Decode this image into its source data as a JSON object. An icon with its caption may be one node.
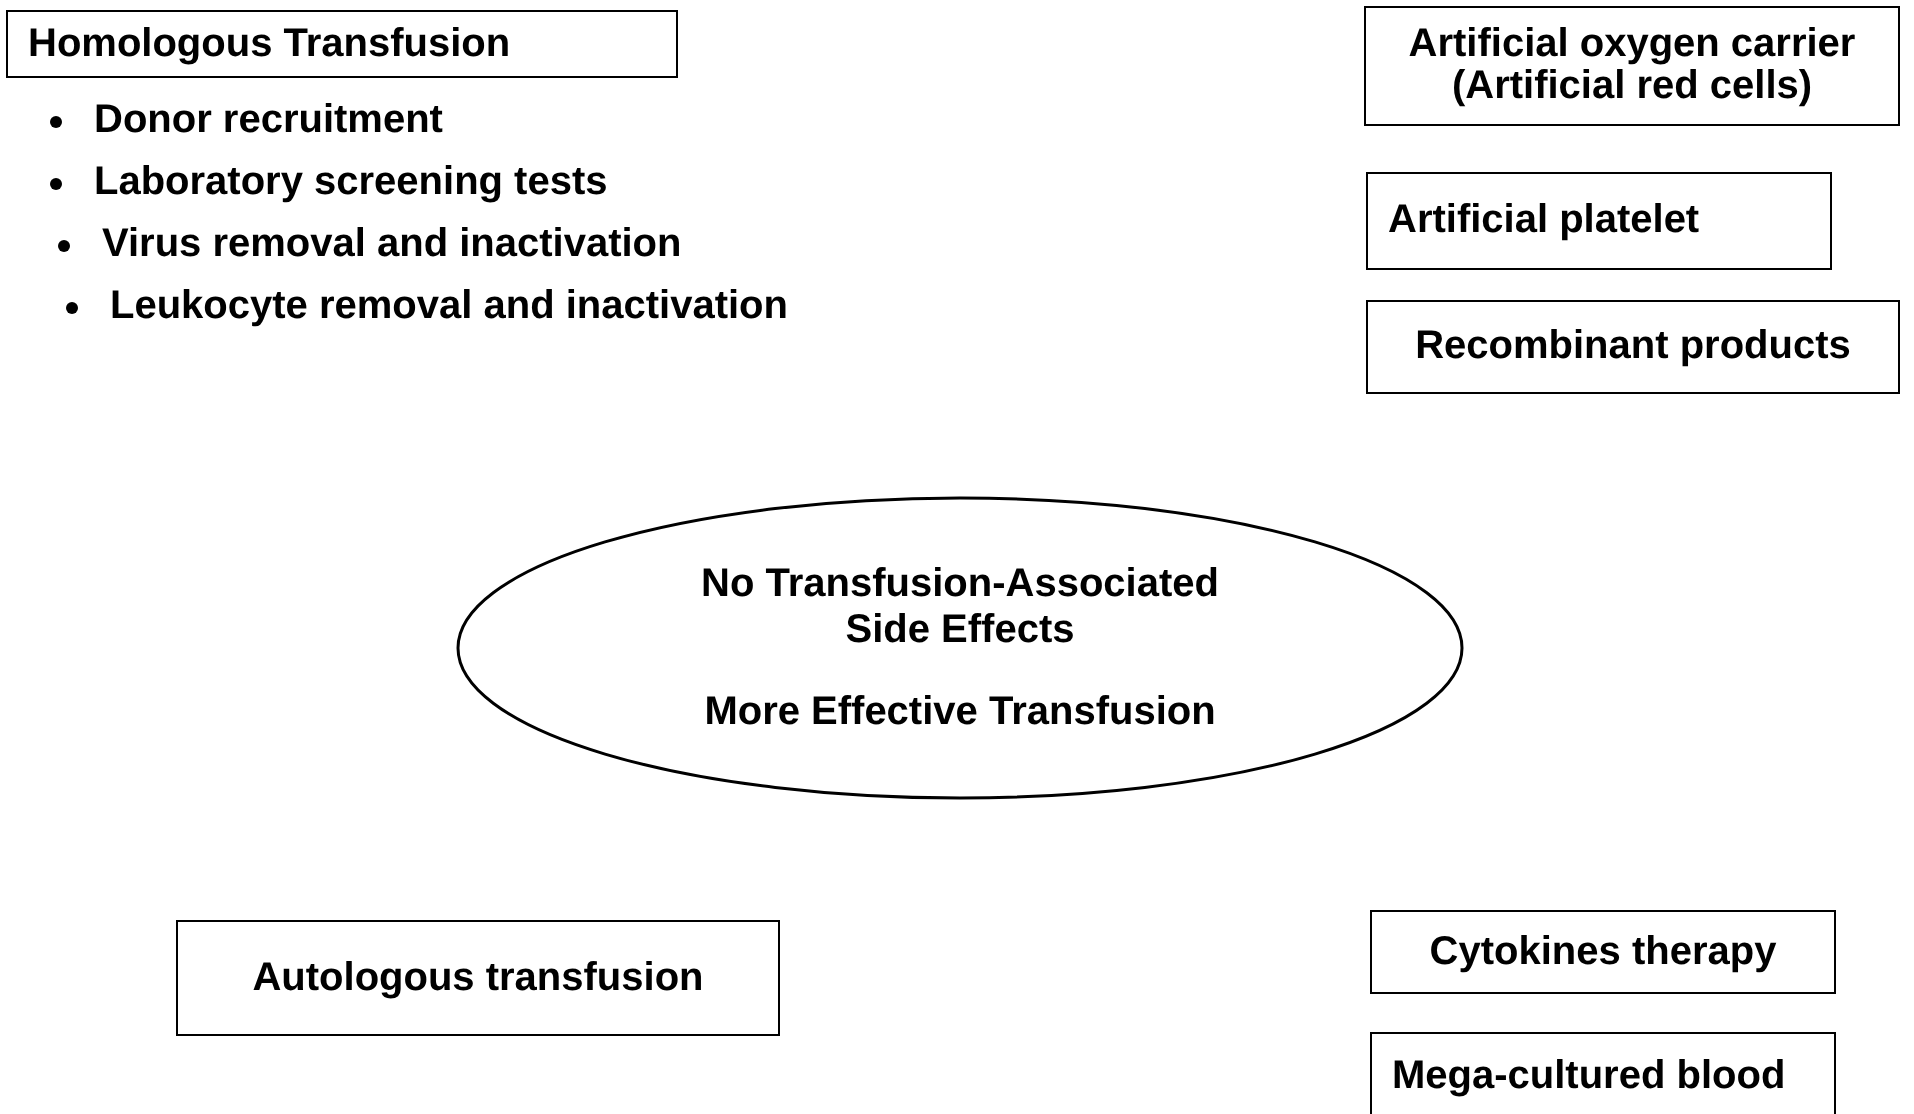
{
  "diagram": {
    "nodes": [
      {
        "text": [
          "Homologous Transfusion"
        ],
        "beside": [
          "Donor recruitment",
          "Laboratory screening tests",
          "Virus removal and inactivation",
          "Leukocyte removal and inactivation"
        ]
      },
      {
        "text": [
          "Artificial oxygen carrier (Artificial red cells)"
        ]
      },
      {
        "text": [
          "Artificial platelet"
        ]
      },
      {
        "text": [
          "Recombinant products"
        ]
      },
      {
        "text": [
          "No Transfusion-Associated Side Effects",
          "More Effective Transfusion"
        ]
      },
      {
        "text": [
          "Autologous transfusion"
        ]
      },
      {
        "text": [
          "Cytokines therapy"
        ]
      },
      {
        "text": [
          "Mega-cultured blood"
        ]
      }
    ]
  }
}
